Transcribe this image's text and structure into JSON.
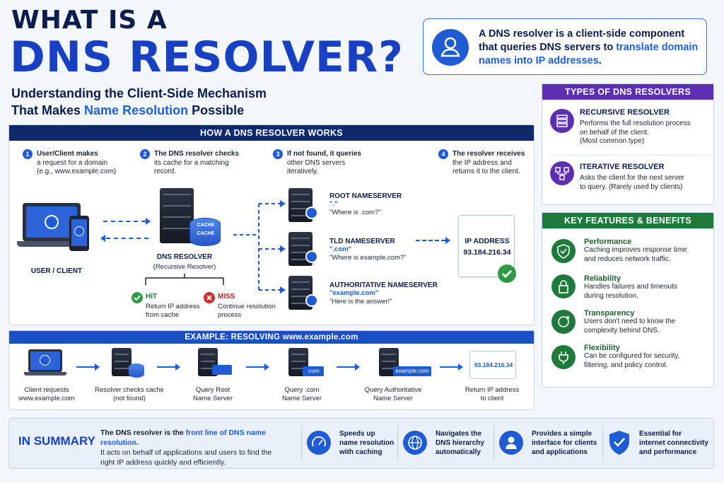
{
  "title": {
    "line1": "WHAT IS A",
    "line2": "DNS RESOLVER?"
  },
  "subtitle": {
    "part1": "Understanding the Client-Side Mechanism",
    "part2a": "That Makes ",
    "part2b": "Name Resolution",
    "part2c": " Possible"
  },
  "definition": {
    "part1": "A DNS resolver is a client-side component that queries DNS servers to ",
    "part2": "translate domain names into IP addresses",
    "part3": "."
  },
  "how": {
    "header": "HOW A DNS RESOLVER WORKS",
    "steps": [
      {
        "num": "1",
        "title": "User/Client makes",
        "text": "a request for a domain",
        "text2": "(e.g., www.example.com)"
      },
      {
        "num": "2",
        "title": "The DNS resolver checks",
        "text": "its cache for a matching",
        "text2": "record."
      },
      {
        "num": "3",
        "title": "If not found, it queries",
        "text": "other DNS servers",
        "text2": "iteratively."
      },
      {
        "num": "4",
        "title": "The resolver receives",
        "text": "the IP address and",
        "text2": "returns it to the client."
      }
    ],
    "client_label": "USER / CLIENT",
    "resolver_label": "DNS RESOLVER",
    "resolver_sub": "(Recursive Resolver)",
    "cache_label": "CACHE",
    "hit": {
      "title": "HIT",
      "line1": "Return IP address",
      "line2": "from cache"
    },
    "miss": {
      "title": "MISS",
      "line1": "Continue resolution",
      "line2": "process"
    },
    "servers": [
      {
        "name": "ROOT NAMESERVER",
        "zone": "\".\"",
        "query": "\"Where is .com?\""
      },
      {
        "name": "TLD NAMESERVER",
        "zone": "\".com\"",
        "query": "\"Where is example.com?\""
      },
      {
        "name": "AUTHORITATIVE NAMESERVER",
        "zone": "\"example.com\"",
        "query": "\"Here is the answer!\""
      }
    ],
    "ip_title": "IP ADDRESS",
    "ip_value": "93.184.216.34"
  },
  "example": {
    "header": "EXAMPLE: RESOLVING www.example.com",
    "steps": [
      {
        "line1": "Client requests",
        "line2": "www.example.com",
        "tag": ""
      },
      {
        "line1": "Resolver checks cache",
        "line2": "(not found)",
        "tag": ""
      },
      {
        "line1": "Query Root",
        "line2": "Name Server",
        "tag": ""
      },
      {
        "line1": "Query .com",
        "line2": "Name Server",
        "tag": ".com"
      },
      {
        "line1": "Query Authoritative",
        "line2": "Name Server",
        "tag": "example.com"
      },
      {
        "line1": "Return IP address",
        "line2": "to client",
        "tag": ""
      }
    ],
    "ip": "93.184.216.34"
  },
  "types": {
    "header": "TYPES OF DNS RESOLVERS",
    "items": [
      {
        "title": "RECURSIVE RESOLVER",
        "l1": "Performs the full resolution process",
        "l2": "on behalf of the client.",
        "l3": "(Most common type)"
      },
      {
        "title": "ITERATIVE RESOLVER",
        "l1": "Asks the client for the next server",
        "l2": "to query. (Rarely used by clients)",
        "l3": ""
      }
    ]
  },
  "features": {
    "header": "KEY FEATURES & BENEFITS",
    "items": [
      {
        "title": "Performance",
        "l1": "Caching improves response time",
        "l2": "and reduces network traffic."
      },
      {
        "title": "Reliability",
        "l1": "Handles failures and timeouts",
        "l2": "during resolution."
      },
      {
        "title": "Transparency",
        "l1": "Users don't need to know the",
        "l2": "complexity behind DNS."
      },
      {
        "title": "Flexibility",
        "l1": "Can be configured for security,",
        "l2": "filtering, and policy control."
      }
    ]
  },
  "summary": {
    "label": "IN SUMMARY",
    "p1": "The DNS resolver is the ",
    "p2": "front line of DNS name resolution",
    "p3": ".",
    "p4": "It acts on behalf of applications and users to find the",
    "p5": "right IP address quickly and efficiently.",
    "items": [
      {
        "l1": "Speeds up",
        "l2": "name resolution",
        "l3": "with caching"
      },
      {
        "l1": "Navigates the",
        "l2": "DNS hierarchy",
        "l3": "automatically"
      },
      {
        "l1": "Provides a simple",
        "l2": "interface for clients",
        "l3": "and applications"
      },
      {
        "l1": "Essential for",
        "l2": "internet connectivity",
        "l3": "and performance"
      }
    ]
  }
}
